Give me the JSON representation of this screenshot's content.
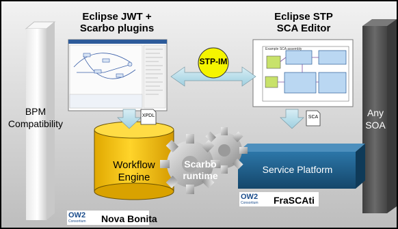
{
  "tools": {
    "jwt_title": "Eclipse JWT +\nScarbo plugins",
    "stp_title": "Eclipse STP\nSCA Editor",
    "stp_im": "STP-IM",
    "sca_diagram_title": "Example SCA assembly"
  },
  "docs": {
    "xpdl": "XPDL",
    "sca": "SCA"
  },
  "pillars": {
    "bpm": "BPM\nCompatibility",
    "soa": "Any\nSOA"
  },
  "engine": {
    "workflow": "Workflow\nEngine",
    "runtime": "Scarbo\nruntime",
    "platform": "Service Platform"
  },
  "logos": {
    "ow2": "OW2",
    "consortium": "Consortium",
    "nova": "Nova Bonita",
    "frascati": "FraSCAti"
  },
  "colors": {
    "cylinder": "#f5c400",
    "platform": "#1f5c86",
    "arrow": "#b7dde8",
    "soa_pillar": "#5a5a5a"
  }
}
